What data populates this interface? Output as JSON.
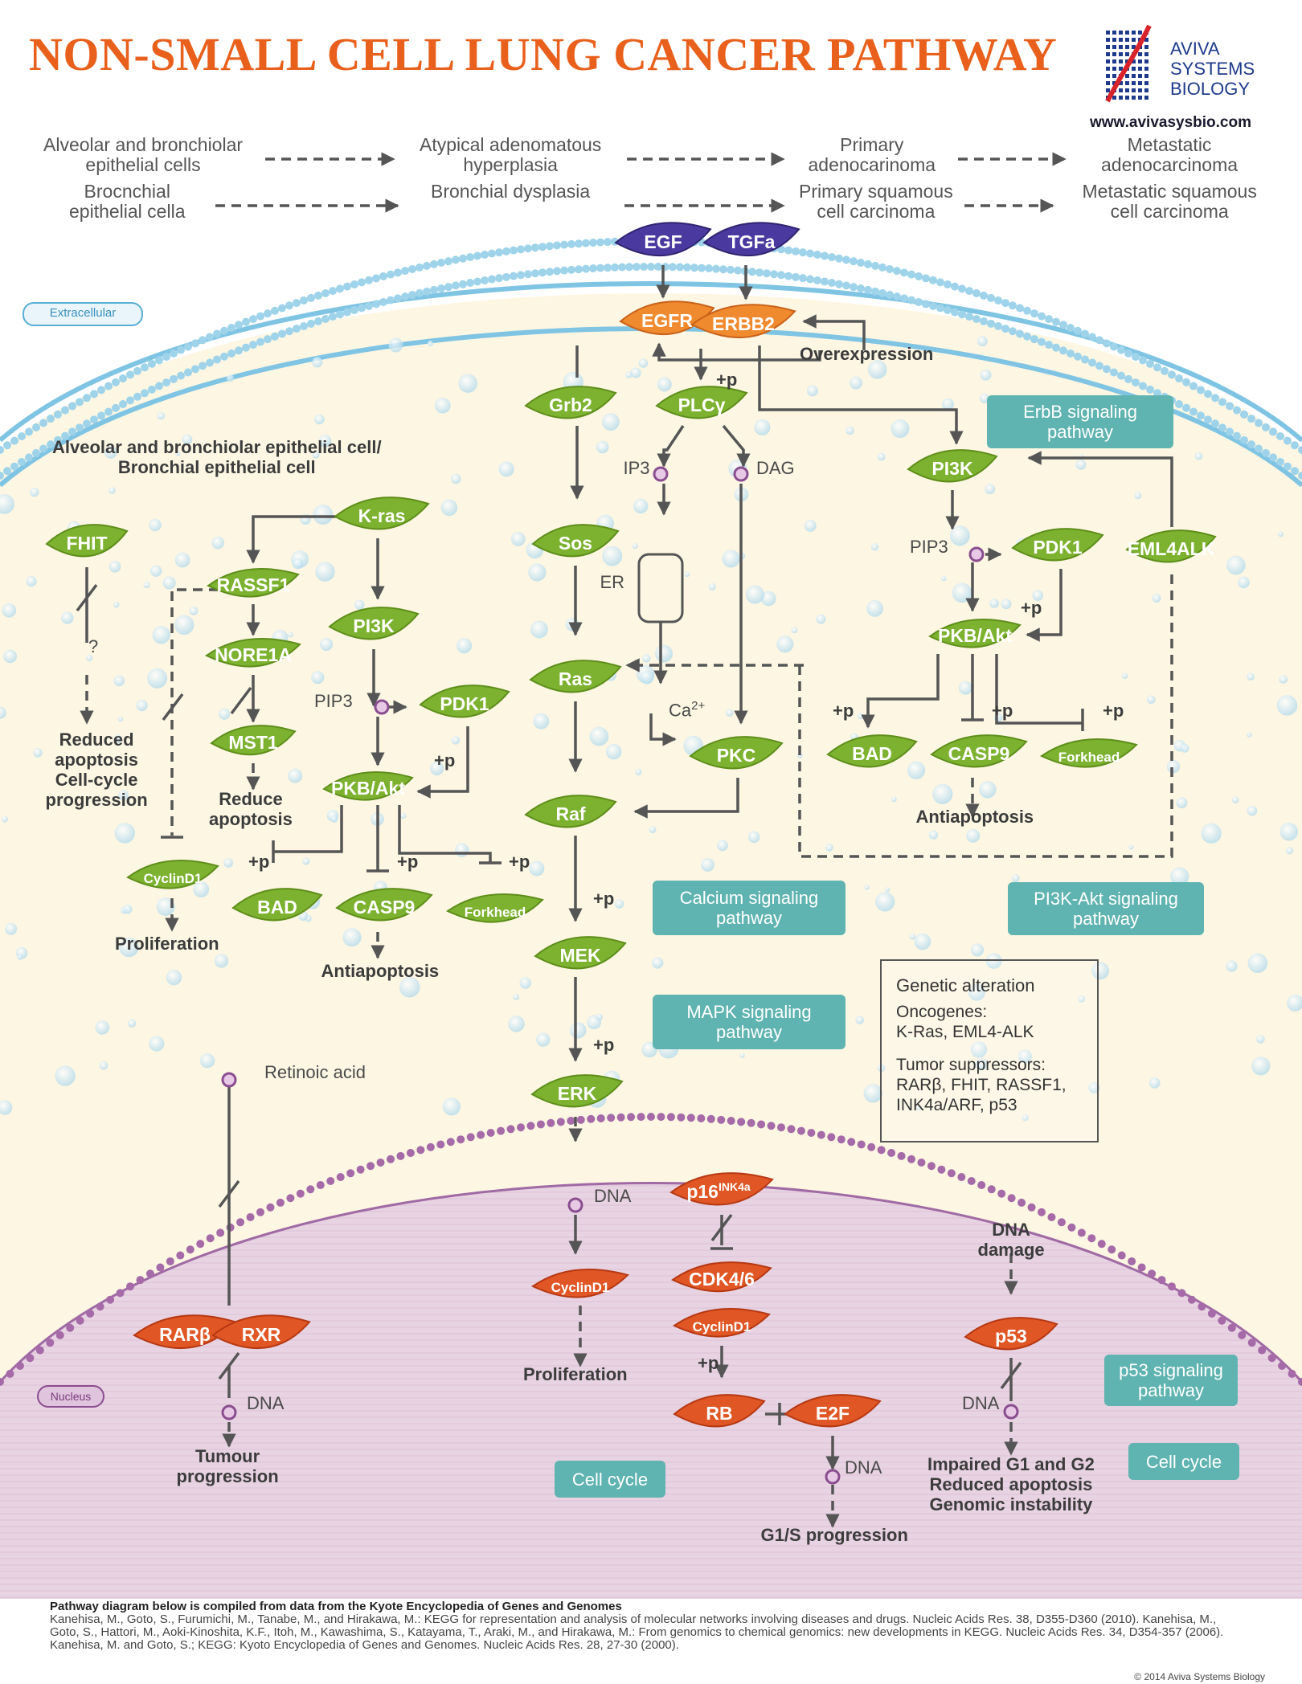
{
  "title": "NON-SMALL CELL LUNG CANCER PATHWAY",
  "logo": {
    "line1": "AVIVA",
    "line2": "SYSTEMS",
    "line3": "BIOLOGY",
    "url": "www.avivasysbio.com"
  },
  "stages": {
    "r1": [
      "Alveolar and bronchiolar\nepithelial cells",
      "Atypical adenomatous\nhyperplasia",
      "Primary\nadenocarinoma",
      "Metastatic\nadenocarcinoma"
    ],
    "r2": [
      "Brocnchial\nepithelial cella",
      "Bronchial dysplasia",
      "Primary squamous\ncell carcinoma",
      "Metastatic squamous\ncell carcinoma"
    ]
  },
  "regions": {
    "extracellular": "Extracellular",
    "nucleus": "Nucleus",
    "cell_title": "Alveolar and bronchiolar epithelial cell/\nBronchial epithelial cell"
  },
  "nodes": {
    "egf": "EGF",
    "tgfa": "TGFa",
    "egfr": "EGFR",
    "erbb2": "ERBB2",
    "grb2": "Grb2",
    "plcy": "PLCγ",
    "sos": "Sos",
    "ras": "Ras",
    "raf": "Raf",
    "mek": "MEK",
    "erk": "ERK",
    "pkc": "PKC",
    "fhit": "FHIT",
    "kras": "K-ras",
    "rassf1": "RASSF1",
    "nore1a": "NORE1A",
    "mst1": "MST1",
    "pi3k_l": "PI3K",
    "pdk1_l": "PDK1",
    "pkb_l": "PKB/Akt",
    "cyclind1_l": "CyclinD1",
    "bad_l": "BAD",
    "casp9_l": "CASP9",
    "forkhead_l": "Forkhead",
    "pi3k_r": "PI3K",
    "pdk1_r": "PDK1",
    "eml4alk": "EML4ALK",
    "pkb_r": "PKB/Akt",
    "bad_r": "BAD",
    "casp9_r": "CASP9",
    "forkhead_r": "Forkhead",
    "p16": "p16",
    "p16_sup": "INK4a",
    "cdk46": "CDK4/6",
    "cyclind1_n": "CyclinD1",
    "cyclind1_m": "CyclinD1",
    "rb": "RB",
    "e2f": "E2F",
    "p53": "p53",
    "rarb": "RARβ",
    "rxr": "RXR"
  },
  "labels": {
    "overexpression": "Overexpression",
    "ip3": "IP3",
    "dag": "DAG",
    "er": "ER",
    "ca": "Ca",
    "ca_sup": "2+",
    "pip3_l": "PIP3",
    "pip3_r": "PIP3",
    "question": "?",
    "reduced_apoptosis": "Reduced\napoptosis\nCell-cycle\nprogression",
    "reduce_apoptosis": "Reduce\napoptosis",
    "proliferation_l": "Proliferation",
    "antiapoptosis_l": "Antiapoptosis",
    "antiapoptosis_r": "Antiapoptosis",
    "retinoic": "Retinoic acid",
    "dna_rar": "DNA",
    "tumour": "Tumour\nprogression",
    "dna_mid": "DNA",
    "proliferation_n": "Proliferation",
    "dna_e2f": "DNA",
    "g1s": "G1/S progression",
    "dna_damage": "DNA\ndamage",
    "dna_p53": "DNA",
    "impaired": "Impaired G1 and G2\nReduced apoptosis\nGenomic instability",
    "plus_p": "+p"
  },
  "pathways": {
    "erbb": "ErbB signaling\npathway",
    "calcium": "Calcium signaling\npathway",
    "mapk": "MAPK signaling\npathway",
    "pi3kakt": "PI3K-Akt signaling\npathway",
    "p53": "p53 signaling\npathway",
    "cellcycle_1": "Cell cycle",
    "cellcycle_2": "Cell cycle"
  },
  "genetic": {
    "title": "Genetic alteration",
    "onc_h": "Oncogenes:",
    "onc": "K-Ras, EML4-ALK",
    "sup_h": "Tumor suppressors:",
    "sup": "RARβ, FHIT, RASSF1,\nINK4a/ARF, p53"
  },
  "refs": {
    "head": "Pathway diagram below is compiled from data from the Kyote Encyclopedia of Genes and Genomes",
    "body": "Kanehisa, M., Goto, S., Furumichi, M., Tanabe, M., and Hirakawa, M.: KEGG for representation and analysis of molecular networks involving diseases and drugs. Nucleic Acids Res. 38, D355-D360 (2010). Kanehisa, M., Goto, S., Hattori, M., Aoki-Kinoshita, K.F., Itoh, M., Kawashima, S., Katayama, T., Araki, M., and Hirakawa, M.: From genomics to chemical genomics: new developments in KEGG. Nucleic Acids Res. 34, D354-357 (2006).  Kanehisa, M. and Goto, S.; KEGG: Kyoto Encyclopedia of Genes and Genomes. Nucleic Acids Res. 28, 27-30 (2000).",
    "copyright": "© 2014 Aviva Systems Biology"
  },
  "colors": {
    "title": "#e8601c",
    "green": "#6e9e1e",
    "orange": "#e0782a",
    "red": "#d84a1a",
    "purple": "#3e2d8c",
    "teal": "#5fb3b0",
    "membrane": "#8ccbe6",
    "cytoplasm": "#fdf6e3",
    "nucleus": "#e9d5e4"
  }
}
